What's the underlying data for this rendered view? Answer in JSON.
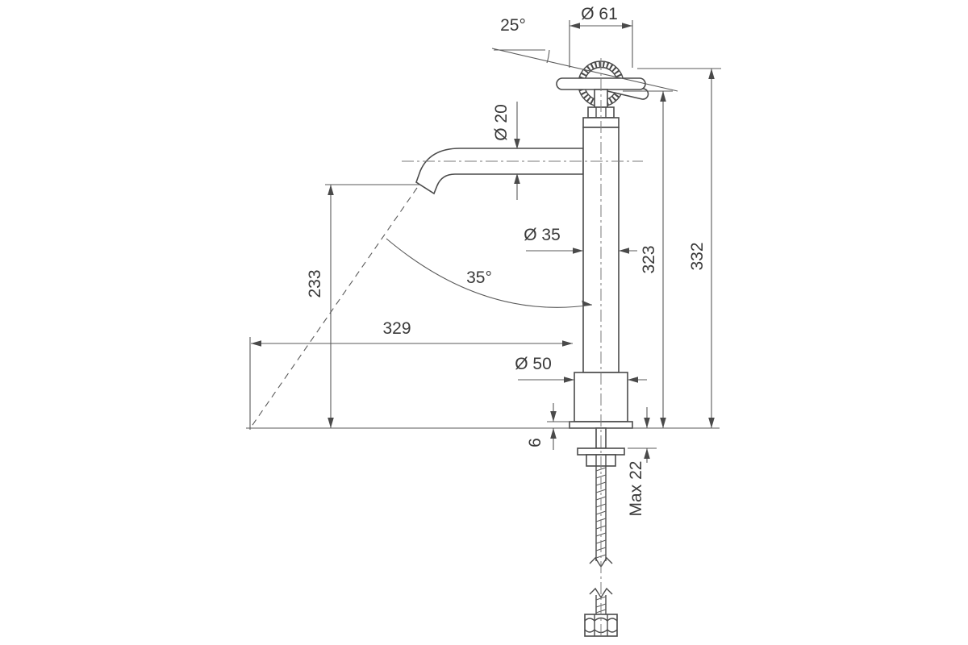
{
  "drawing": {
    "title": "Basin mixer tap — dimensioned side elevation",
    "background_color": "#ffffff",
    "outline_color": "#4a4a4a",
    "dimension_color": "#5a5a5a",
    "labels": {
      "handle_tilt_angle": "25°",
      "handle_diameter": "Ø 61",
      "spout_tube_diameter": "Ø 20",
      "spout_outlet_height": "233",
      "spout_reach": "329",
      "stream_angle": "35°",
      "body_diameter": "Ø 35",
      "body_height": "323",
      "overall_height": "332",
      "base_diameter": "Ø 50",
      "base_plate_height": "6",
      "max_deck_thickness": "Max 22"
    }
  }
}
